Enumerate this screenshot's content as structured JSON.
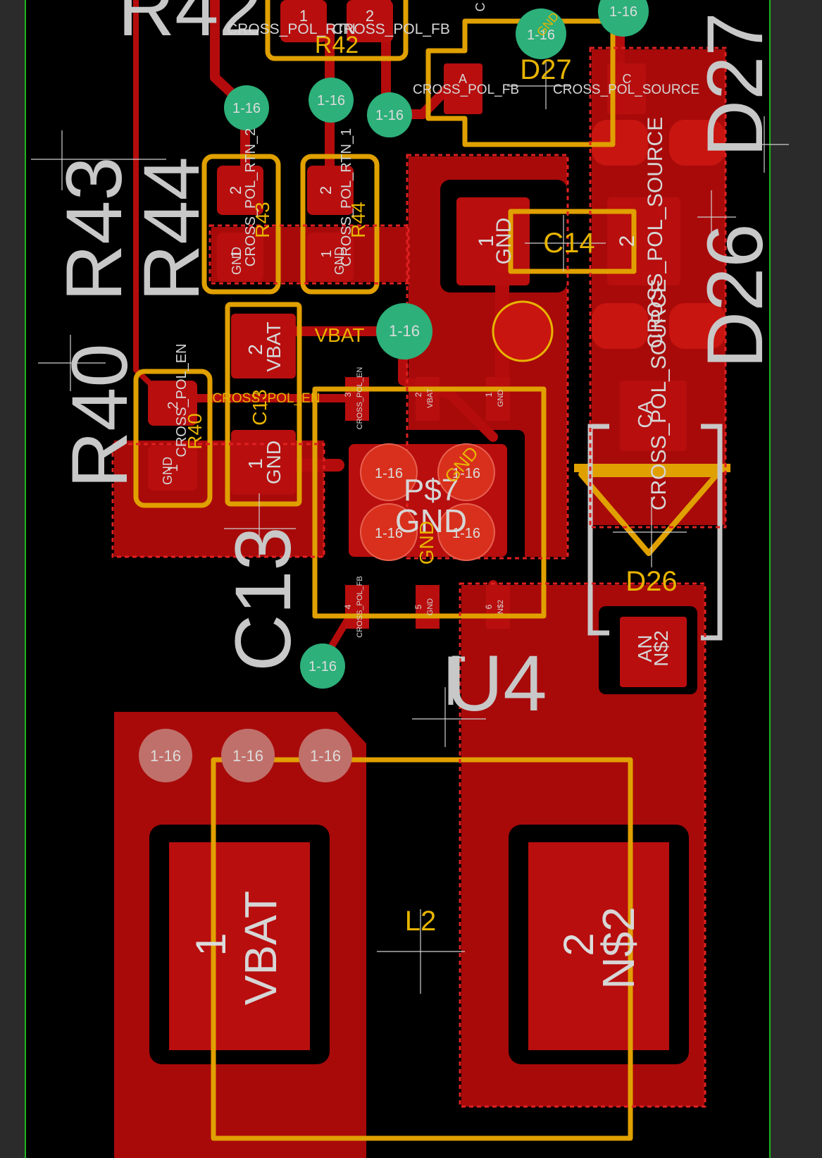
{
  "colors": {
    "frame": "#2b2b2b",
    "board": "#000000",
    "copper": "#b00b0b",
    "copper_bright": "#cc1a12",
    "silk_outline": "#e0a000",
    "silk_text": "#c8c8c8",
    "yellow_text": "#e8b400",
    "via": "#2db07a",
    "edge": "#1fb51f"
  },
  "refdes": {
    "r42": "R42",
    "r43": "R43",
    "r44": "R44",
    "r40": "R40",
    "c13": "C13",
    "u4": "U4",
    "d27": "D27",
    "d26": "D26",
    "c14": "C14",
    "l2": "L2",
    "d27_big": "D27",
    "d26_big": "D26"
  },
  "nets": {
    "cross_pol_rtn": "CROSS_POL_RTN",
    "cross_pol_fb": "CROSS_POL_FB",
    "cross_pol_rtn_2": "CROSS_POL_RTN_2",
    "cross_pol_rtn_1": "CROSS_POL_RTN_1",
    "cross_pol_source": "CROSS_POL_SOURCE",
    "cross_pol_en": "CROSS_POL_EN",
    "vbat": "VBAT",
    "gnd": "GND",
    "ns2": "N$2",
    "ps7": "P$7",
    "anode": "A",
    "cathode": "C",
    "ca": "CA",
    "an": "AN"
  },
  "pads": {
    "one": "1",
    "two": "2",
    "three": "3",
    "four": "4",
    "five": "5",
    "six": "6",
    "c": "C"
  },
  "via_label": "1-16"
}
